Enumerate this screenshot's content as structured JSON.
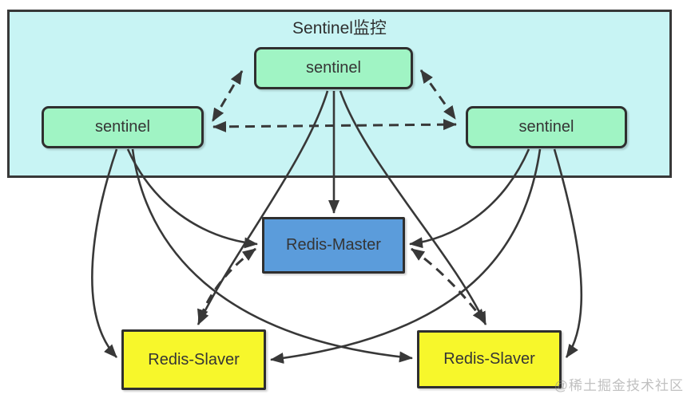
{
  "diagram": {
    "group_title": "Sentinel监控",
    "watermark": "@稀土掘金技术社区",
    "nodes": {
      "sentinel_top": {
        "label": "sentinel",
        "fill": "#a0f4c4"
      },
      "sentinel_left": {
        "label": "sentinel",
        "fill": "#a0f4c4"
      },
      "sentinel_right": {
        "label": "sentinel",
        "fill": "#a0f4c4"
      },
      "redis_master": {
        "label": "Redis-Master",
        "fill": "#5b9cdb"
      },
      "redis_slaver_left": {
        "label": "Redis-Slaver",
        "fill": "#f7f72b"
      },
      "redis_slaver_right": {
        "label": "Redis-Slaver",
        "fill": "#f7f72b"
      }
    },
    "colors": {
      "monitor_fill": "#c8f4f4",
      "stroke": "#383838",
      "text": "#3c3c3c"
    },
    "edges": [
      {
        "from": "sentinel_top",
        "to": "sentinel_left",
        "style": "dashed",
        "arrows": "both"
      },
      {
        "from": "sentinel_top",
        "to": "sentinel_right",
        "style": "dashed",
        "arrows": "both"
      },
      {
        "from": "sentinel_left",
        "to": "sentinel_right",
        "style": "dashed",
        "arrows": "both"
      },
      {
        "from": "sentinel_top",
        "to": "redis_master",
        "style": "solid",
        "arrows": "end"
      },
      {
        "from": "sentinel_left",
        "to": "redis_master",
        "style": "solid",
        "arrows": "end"
      },
      {
        "from": "sentinel_right",
        "to": "redis_master",
        "style": "solid",
        "arrows": "end"
      },
      {
        "from": "sentinel_top",
        "to": "redis_slaver_left",
        "style": "solid",
        "arrows": "end"
      },
      {
        "from": "sentinel_top",
        "to": "redis_slaver_right",
        "style": "solid",
        "arrows": "end"
      },
      {
        "from": "sentinel_left",
        "to": "redis_slaver_left",
        "style": "solid",
        "arrows": "end"
      },
      {
        "from": "sentinel_right",
        "to": "redis_slaver_right",
        "style": "solid",
        "arrows": "end"
      },
      {
        "from": "sentinel_right",
        "to": "redis_slaver_left",
        "style": "solid",
        "arrows": "end"
      },
      {
        "from": "sentinel_left",
        "to": "redis_slaver_right",
        "style": "solid",
        "arrows": "end"
      },
      {
        "from": "redis_master",
        "to": "redis_slaver_left",
        "style": "dashed",
        "arrows": "both"
      },
      {
        "from": "redis_master",
        "to": "redis_slaver_right",
        "style": "dashed",
        "arrows": "both"
      }
    ]
  }
}
